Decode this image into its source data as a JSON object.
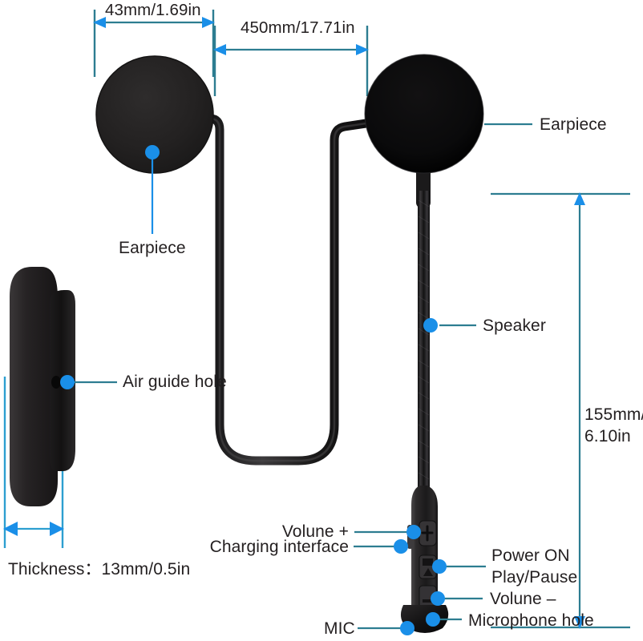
{
  "diagram": {
    "title": "Bluetooth headphone product dimension diagram",
    "background_color": "#ffffff",
    "accent_color": "#1a8fe8",
    "dimension_line_color": "#2d7d91",
    "text_color": "#231f20",
    "product_color": "#222222"
  },
  "dimensions": {
    "earpiece_width": "43mm/1.69in",
    "cable_span": "450mm/17.71in",
    "total_height_line1": "155mm/",
    "total_height_line2": "6.10in",
    "thickness": "Thickness：13mm/0.5in"
  },
  "callouts": {
    "earpiece_left": "Earpiece",
    "earpiece_right": "Earpiece",
    "air_guide_hole": "Air guide hole",
    "speaker": "Speaker",
    "volume_up": "Volune +",
    "charging_interface": "Charging interface",
    "power_on_line1": "Power ON",
    "power_on_line2": "Play/Pause",
    "volume_down": "Volune –",
    "microphone_hole": "Microphone hole",
    "mic": "MIC"
  },
  "icons": {
    "volume_up_button": "plus-button-icon",
    "play_pause_button": "play-pause-button-icon",
    "volume_down_button": "minus-button-icon",
    "charging_port": "charging-port-icon",
    "air_hole": "air-hole-icon"
  }
}
